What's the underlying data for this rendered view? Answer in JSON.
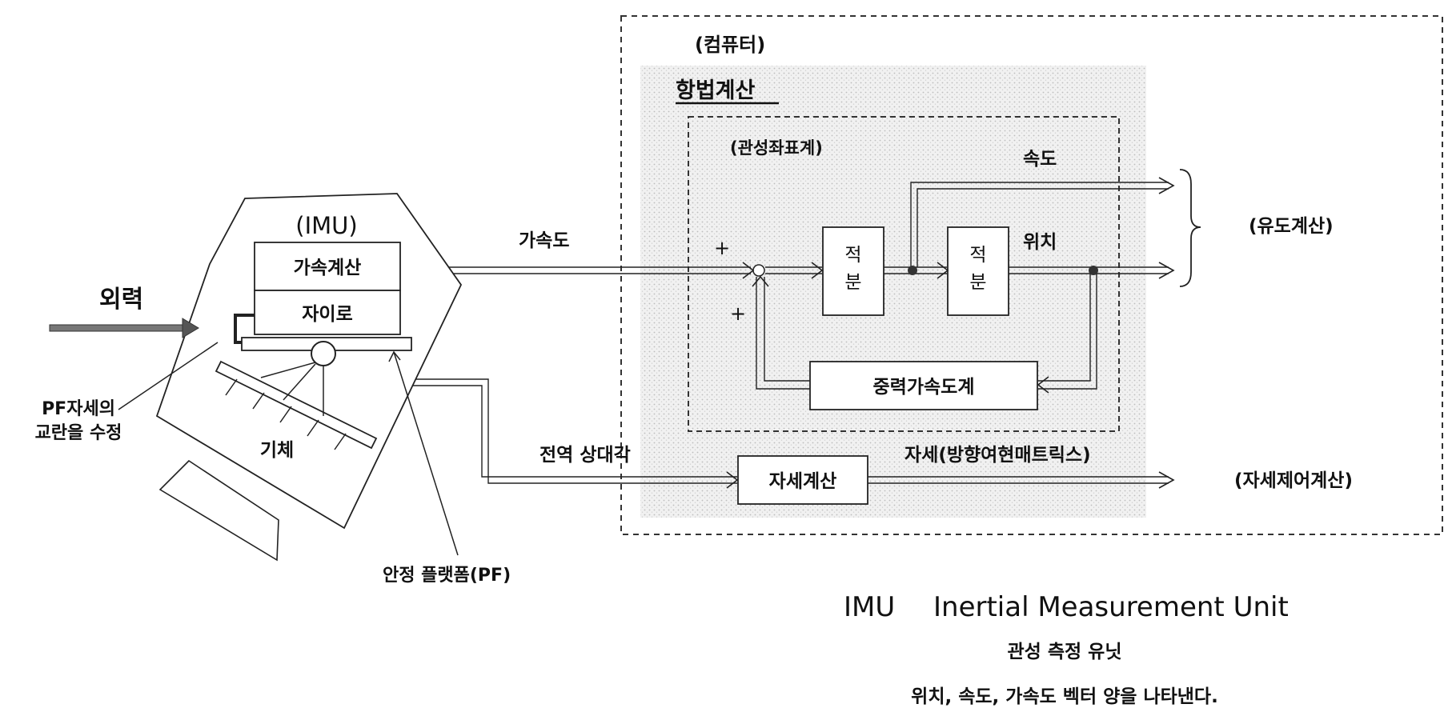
{
  "computer": {
    "label": "(컴퓨터)",
    "navigation_title": "항법계산",
    "inertial_frame": "(관성좌표계)",
    "velocity": "속도",
    "position": "위치",
    "integrator1": [
      "적",
      "분"
    ],
    "integrator2": [
      "적",
      "분"
    ],
    "gravity": "중력가속도계",
    "attitude_calc": "자세계산",
    "attitude_output": "자세(방향여현매트릭스)",
    "plus_top": "+",
    "plus_bottom": "+"
  },
  "imu": {
    "label": "(IMU)",
    "accel_calc": "가속계산",
    "gyro": "자이로",
    "body": "기체"
  },
  "signals": {
    "acceleration": "가속도",
    "global_relative_angle": "전역 상대각",
    "guidance": "(유도계산)",
    "attitude_control": "(자세제어계산)"
  },
  "annotations": {
    "external_force": "외력",
    "pf_correction_line1": "PF자세의",
    "pf_correction_line2": "교란을 수정",
    "stable_platform": "안정 플랫폼(PF)"
  },
  "footer": {
    "acronym": "IMU",
    "expansion": "Inertial Measurement Unit",
    "korean": "관성 측정 유닛",
    "description": "위치, 속도, 가속도 벡터 양을 나타낸다."
  }
}
